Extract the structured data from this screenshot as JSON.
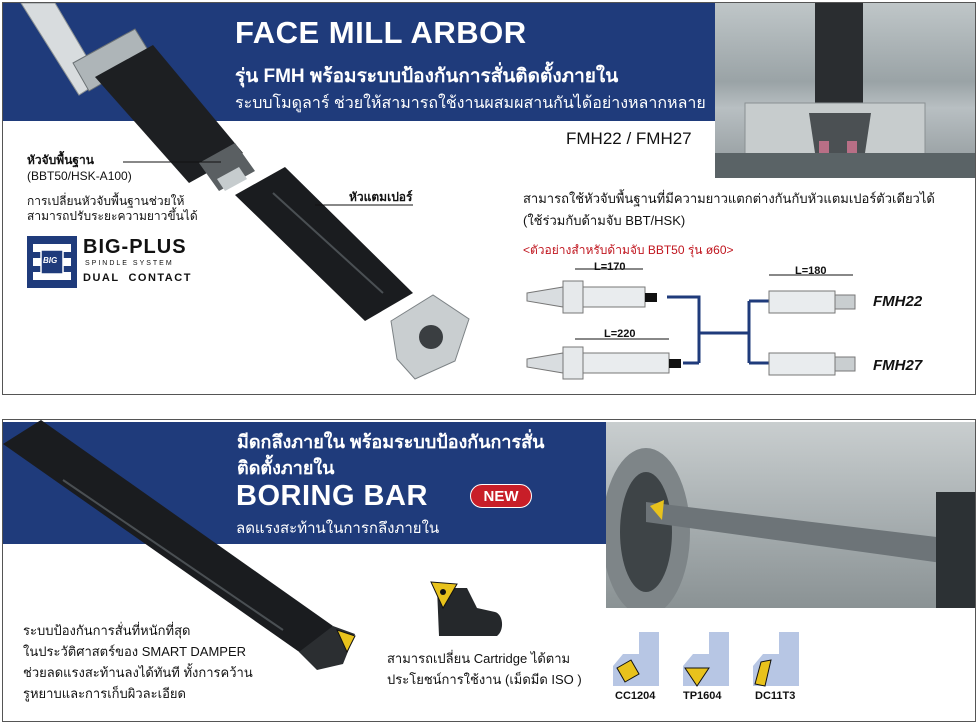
{
  "face_mill": {
    "title": "FACE MILL ARBOR",
    "subtitle_line1": "รุ่น FMH พร้อมระบบป้องกันการสั่นติดตั้งภายใน",
    "subtitle_line2": "ระบบโมดูลาร์ ช่วยให้สามารถใช้งานผสมผสานกันได้อย่างหลากหลาย",
    "model_codes": "FMH22 / FMH27",
    "base_holder_title": "หัวจับพื้นฐาน",
    "base_holder_models": "(BBT50/HSK-A100)",
    "base_holder_desc_line1": "การเปลี่ยนหัวจับพื้นฐานช่วยให้",
    "base_holder_desc_line2": "สามารถปรับระยะความยาวขึ้นได้",
    "taper_head_label": "หัวแตมเปอร์",
    "compat_line1": "สามารถใช้หัวจับพื้นฐานที่มีความยาวแตกต่างกันกับหัวแตมเปอร์ตัวเดียวได้",
    "compat_line2": "(ใช้ร่วมกับด้ามจับ BBT/HSK)",
    "example_label": "<ตัวอย่างสำหรับด้ามจับ BBT50 รุ่น ø60>",
    "dim_170": "L=170",
    "dim_220": "L=220",
    "dim_180": "L=180",
    "fmh22": "FMH22",
    "fmh27": "FMH27",
    "logo": {
      "brand": "BIG-PLUS",
      "tagline": "SPINDLE SYSTEM",
      "contact": "DUAL  CONTACT",
      "mark": "BIG"
    }
  },
  "boring_bar": {
    "thai_line1": "มีดกลึงภายใน พร้อมระบบป้องกันการสั่น",
    "thai_line2": "ติดตั้งภายใน",
    "title": "BORING BAR",
    "badge": "NEW",
    "subtitle": "ลดแรงสะท้านในการกลึงภายใน",
    "damper_line1": "ระบบป้องกันการสั่นที่หนักที่สุด",
    "damper_line2": "ในประวัติศาสตร์ของ SMART DAMPER",
    "damper_line3": "ช่วยลดแรงสะท้านลงได้ทันที ทั้งการคว้าน",
    "damper_line4": "รูหยาบและการเก็บผิวละเอียด",
    "cartridge_line1": "สามารถเปลี่ยน Cartridge ได้ตาม",
    "cartridge_line2": "ประโยชน์การใช้งาน (เม็ดมีด ISO )",
    "inserts": [
      "CC1204",
      "TP1604",
      "DC11T3"
    ]
  },
  "colors": {
    "banner": "#1f3b7b",
    "accent_red": "#c0151e",
    "connector": "#1f3b7b"
  }
}
